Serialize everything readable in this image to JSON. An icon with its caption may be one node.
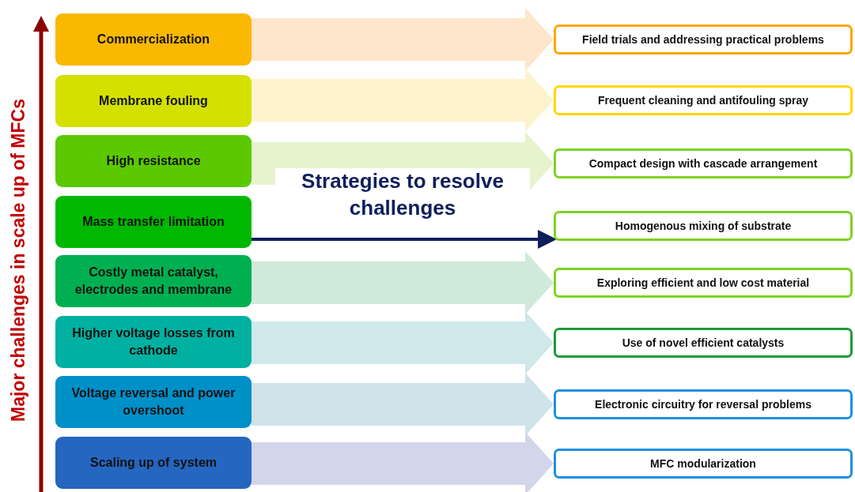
{
  "diagram": {
    "nodes": [
      {
        "text": [
          "Commercialization"
        ]
      },
      {
        "text": [
          "Membrane fouling"
        ]
      },
      {
        "text": [
          "High resistance"
        ]
      },
      {
        "text": [
          "Mass transfer limitation"
        ]
      },
      {
        "text": [
          "Costly metal catalyst, electrodes and membrane"
        ]
      },
      {
        "text": [
          "Higher voltage losses from cathode"
        ]
      },
      {
        "text": [
          "Voltage reversal and power overshoot"
        ]
      },
      {
        "text": [
          "Scaling up of system"
        ]
      },
      {
        "text": [
          "Field trials and addressing practical problems"
        ]
      },
      {
        "text": [
          "Frequent cleaning and antifouling spray"
        ]
      },
      {
        "text": [
          "Compact design with cascade arrangement"
        ]
      },
      {
        "text": [
          "Homogenous mixing of substrate"
        ]
      },
      {
        "text": [
          "Exploring efficient and low cost material"
        ]
      },
      {
        "text": [
          "Use of novel efficient catalysts"
        ]
      },
      {
        "text": [
          "Electronic circuitry for reversal problems"
        ]
      },
      {
        "text": [
          "MFC modularization"
        ]
      }
    ],
    "edges": [
      {
        "from": 0,
        "to": 8,
        "arrow": "to",
        "style": "thick",
        "color": "#fde6cc"
      },
      {
        "from": 1,
        "to": 9,
        "arrow": "to",
        "style": "thick",
        "color": "#fdf3cc"
      },
      {
        "from": 2,
        "to": 10,
        "arrow": "to",
        "style": "thick",
        "color": "#e6f3cc"
      },
      {
        "from": 3,
        "to": 11,
        "arrow": "to",
        "label": "Strategies to resolve challenges",
        "color": "#0d1f5c"
      },
      {
        "from": 4,
        "to": 12,
        "arrow": "to",
        "style": "thick",
        "color": "#cfeadb"
      },
      {
        "from": 5,
        "to": 13,
        "arrow": "to",
        "style": "thick",
        "color": "#cfe8ea"
      },
      {
        "from": 6,
        "to": 14,
        "arrow": "to",
        "style": "thick",
        "color": "#d0e2ea"
      },
      {
        "from": 7,
        "to": 15,
        "arrow": "to",
        "style": "thick",
        "color": "#d3d6ea"
      }
    ],
    "labels": [
      "Major challenges in scale up of MFCs"
    ]
  }
}
